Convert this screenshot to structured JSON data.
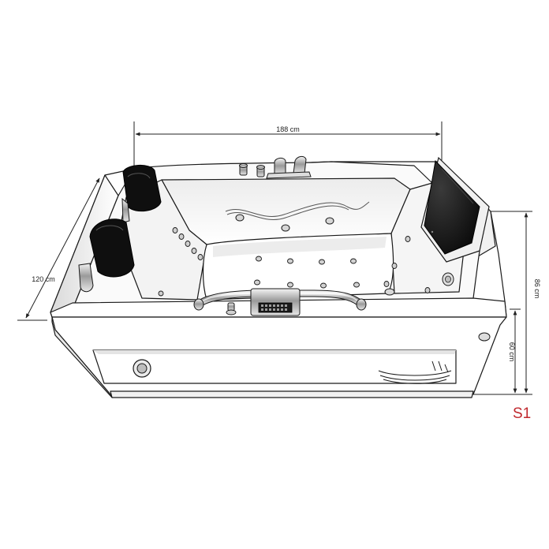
{
  "dimensions": {
    "length": "188 cm",
    "depth": "120 cm",
    "height": "86 cm",
    "apron_height": "60 cm"
  },
  "model_label": "S1",
  "colors": {
    "line": "#1a1a1a",
    "model_label": "#c0282d",
    "shade": "#e6e6e6"
  },
  "icons": [
    "headrest-icon",
    "grab-handle-icon",
    "control-panel-icon",
    "tv-screen-icon",
    "faucet-icon",
    "speaker-icon",
    "jet-nozzle-icon"
  ]
}
